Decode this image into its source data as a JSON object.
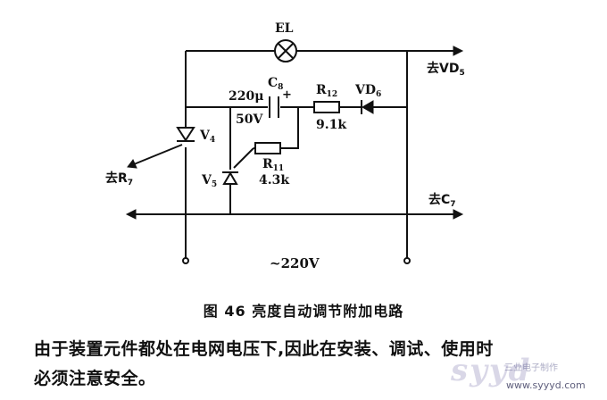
{
  "diagram": {
    "lamp": "EL",
    "cap_name": "C",
    "cap_sub": "8",
    "cap_value": "220μ",
    "cap_voltage": "50V",
    "cap_polarity": "+",
    "r12_name": "R",
    "r12_sub": "12",
    "r12_value": "9.1k",
    "vd6_name": "VD",
    "vd6_sub": "6",
    "v4_name": "V",
    "v4_sub": "4",
    "v5_name": "V",
    "v5_sub": "5",
    "r11_name": "R",
    "r11_sub": "11",
    "r11_value": "4.3k",
    "to_vd5": "去VD",
    "to_vd5_sub": "5",
    "to_r7": "去R",
    "to_r7_sub": "7",
    "to_c7": "去C",
    "to_c7_sub": "7",
    "supply": "~220V"
  },
  "caption": "图 46    亮度自动调节附加电路",
  "body_lines": [
    "由于装置元件都处在电网电压下,因此在安装、调试、使用时",
    "必须注意安全。"
  ],
  "watermark": {
    "logo": "syyd",
    "tag": "三业电子制作",
    "url": "www.syyyd.com"
  }
}
